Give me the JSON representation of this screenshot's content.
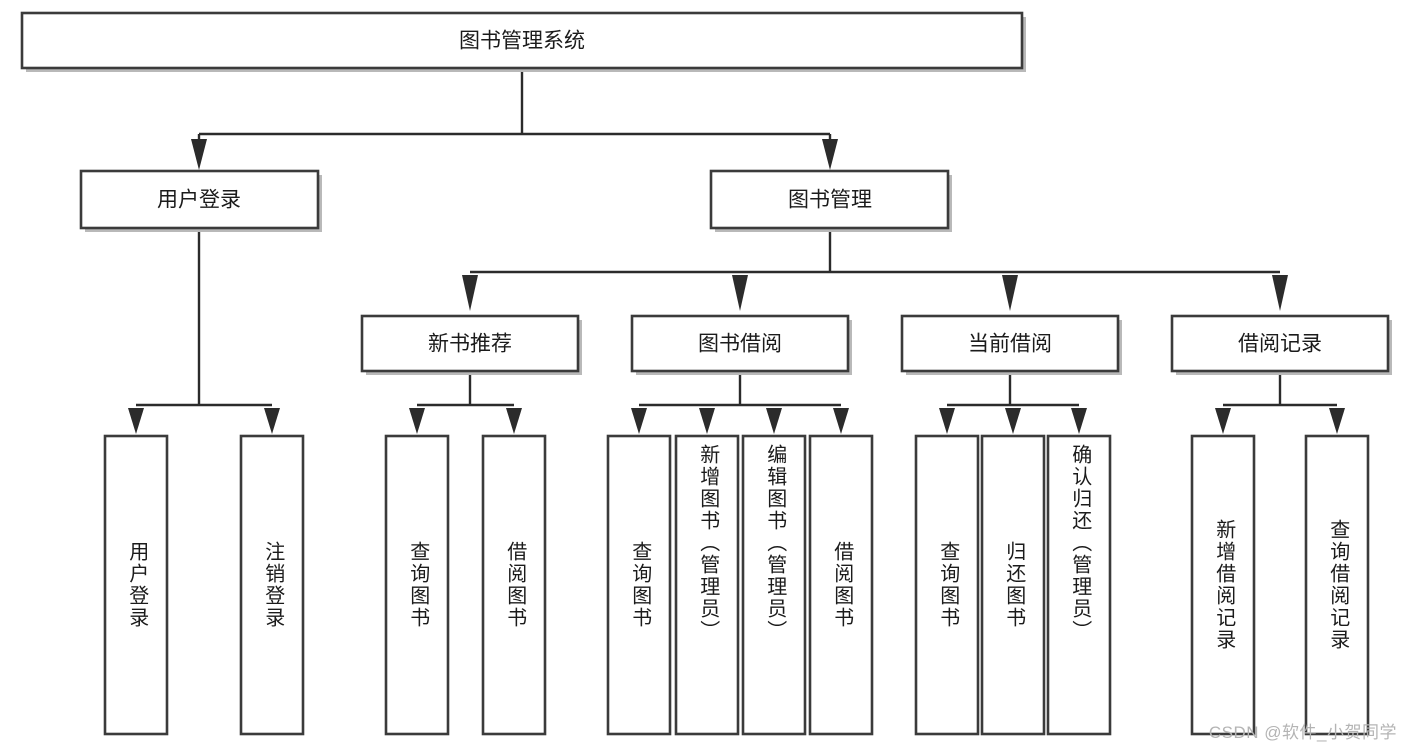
{
  "diagram": {
    "type": "tree",
    "title": "图书管理系统",
    "watermark": "CSDN @软件_小贺同学",
    "colors": {
      "box_fill": "#ffffff",
      "box_stroke": "#3b3b3b",
      "connector": "#2b2b2b",
      "text": "#1b1b1b",
      "watermark": "#b4b4b4",
      "background": "#ffffff"
    },
    "levels": {
      "root": {
        "label": "图书管理系统"
      },
      "level2": [
        {
          "label": "用户登录"
        },
        {
          "label": "图书管理"
        }
      ],
      "level3": [
        {
          "label": "新书推荐"
        },
        {
          "label": "图书借阅"
        },
        {
          "label": "当前借阅"
        },
        {
          "label": "借阅记录"
        }
      ],
      "leaves": {
        "user_login": [
          {
            "label": "用户登录"
          },
          {
            "label": "注销登录"
          }
        ],
        "new_book_recommend": [
          {
            "label": "查询图书"
          },
          {
            "label": "借阅图书"
          }
        ],
        "book_borrow": [
          {
            "label": "查询图书"
          },
          {
            "label": "新增图书（管理员）"
          },
          {
            "label": "编辑图书（管理员）"
          },
          {
            "label": "借阅图书"
          }
        ],
        "current_borrow": [
          {
            "label": "查询图书"
          },
          {
            "label": "归还图书"
          },
          {
            "label": "确认归还（管理员）"
          }
        ],
        "borrow_record": [
          {
            "label": "新增借阅记录"
          },
          {
            "label": "查询借阅记录"
          }
        ]
      }
    }
  }
}
